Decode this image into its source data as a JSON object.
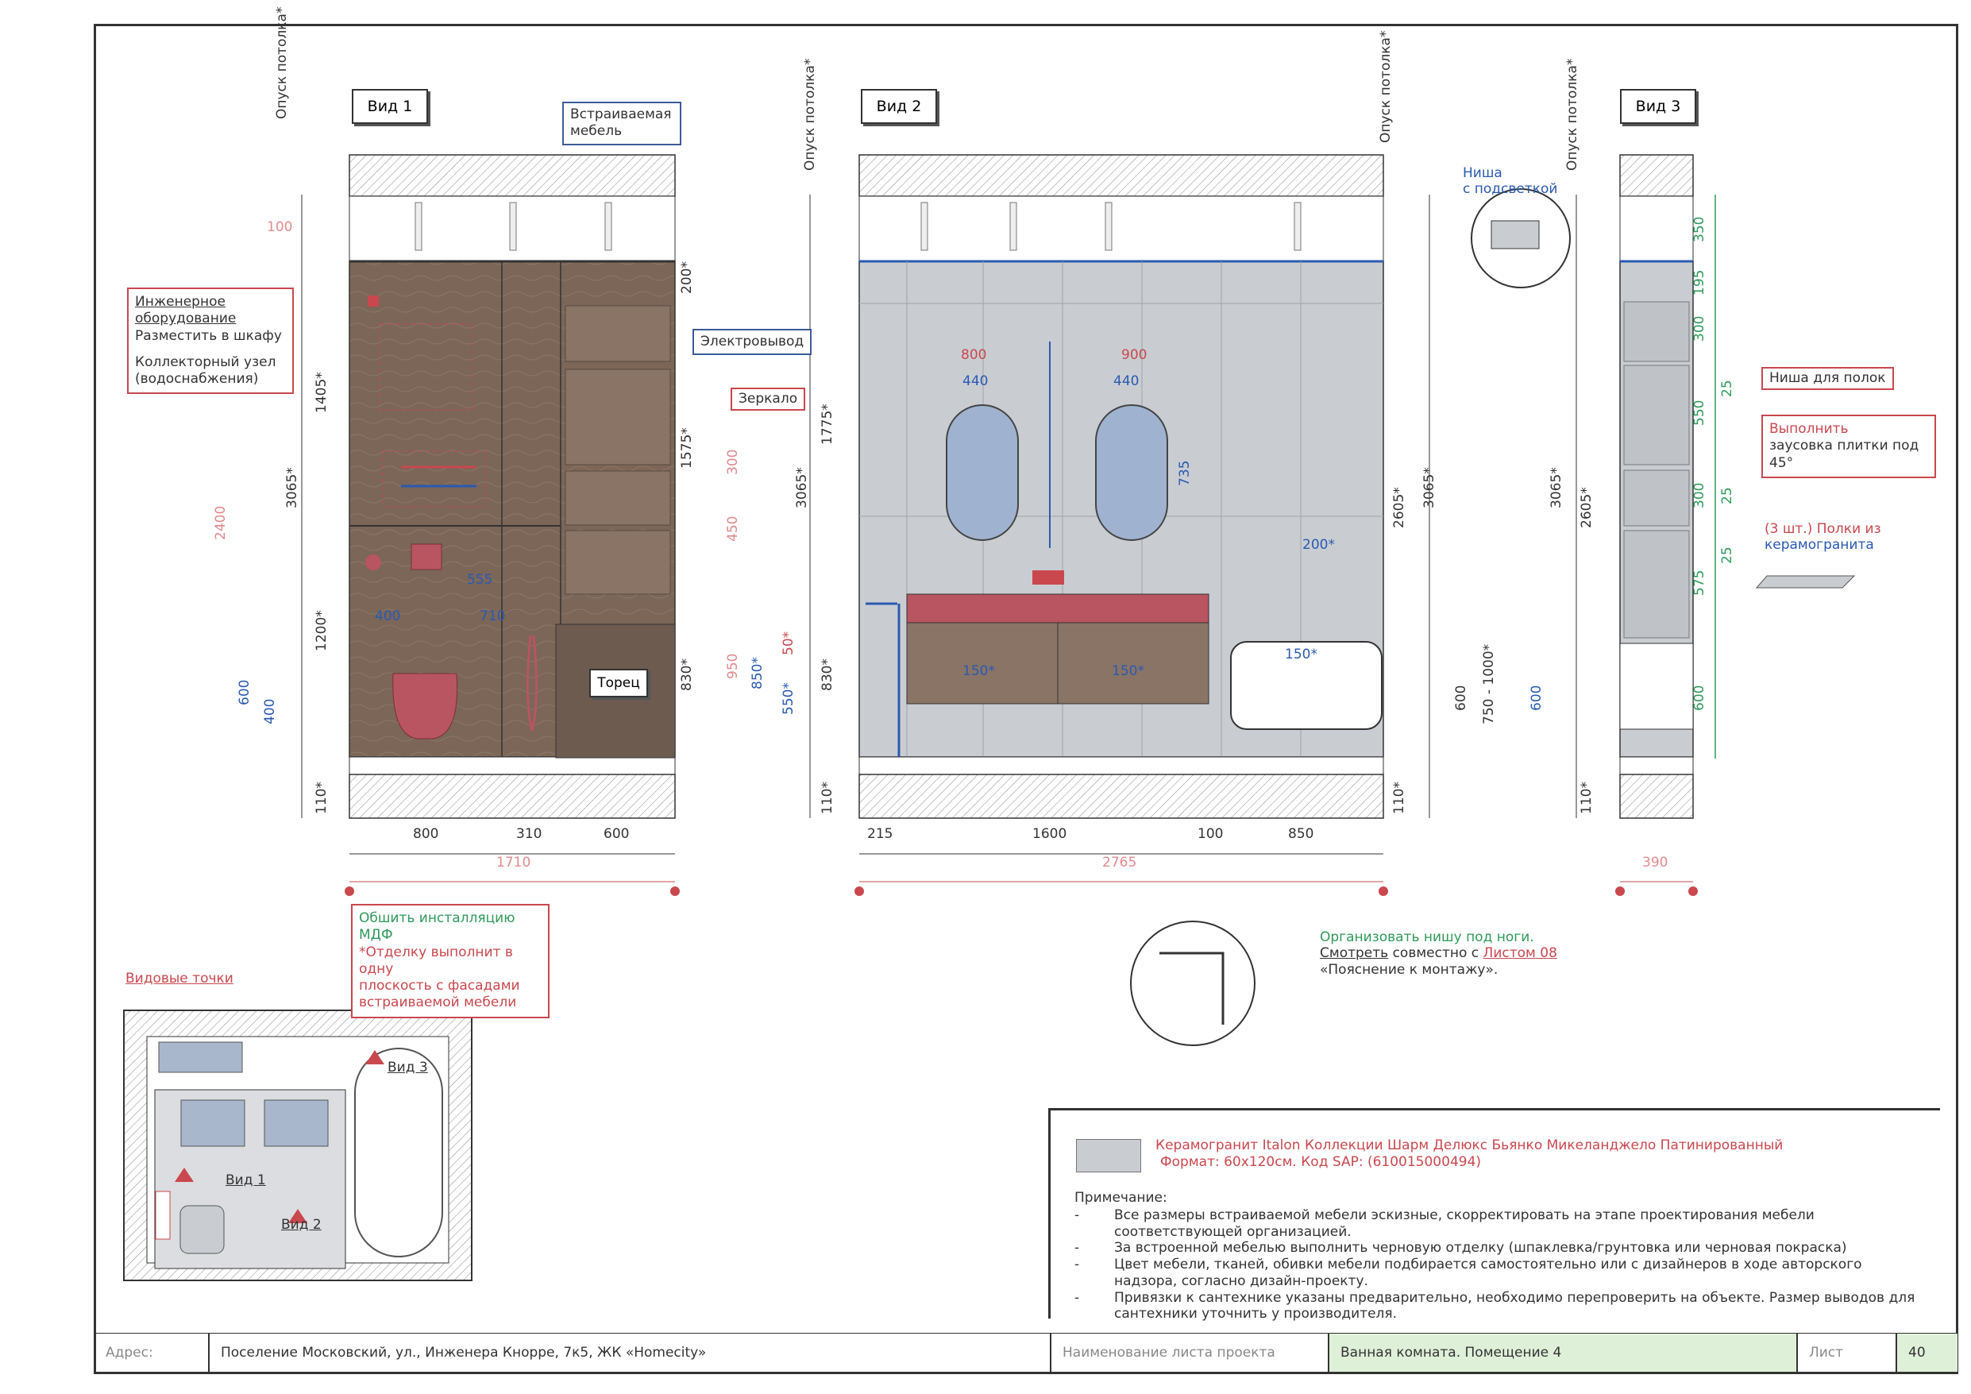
{
  "views": {
    "v1": {
      "title": "Вид 1"
    },
    "v2": {
      "title": "Вид 2"
    },
    "v3": {
      "title": "Вид 3"
    }
  },
  "ceiling_label": "Опуск потолка*",
  "callouts": {
    "builtin_furniture": "Встраиваемая мебель",
    "engineering_1": "Инженерное оборудование",
    "engineering_2": "Разместить в шкафу",
    "collector_1": "Коллекторный узел",
    "collector_2": "(водоснабжения)",
    "electro": "Электровывод",
    "mirror": "Зеркало",
    "niche_light_1": "Ниша",
    "niche_light_2": "с подсветкой",
    "shelf_niche": "Ниша для полок",
    "tile_1": "Выполнить",
    "tile_2": "заусовка плитки под 45°",
    "shelves_1": "(3 шт.) Полки из",
    "shelves_2": "керамогранита",
    "end_face": "Торец",
    "mdf_1": "Обшить инсталляцию МДФ",
    "mdf_2": "*Отделку выполнит в одну",
    "mdf_3": "плоскость с фасадами",
    "mdf_4": "встраиваемой мебели",
    "foot_niche_1": "Организовать нишу под ноги.",
    "foot_niche_2a": "Смотреть",
    "foot_niche_2b": " совместно с ",
    "foot_niche_2c": "Листом 08",
    "foot_niche_3": "«Пояснение к монтажу».",
    "view_points": "Видовые точки"
  },
  "plan": {
    "v1": "Вид 1",
    "v2": "Вид 2",
    "v3": "Вид 3"
  },
  "dims": {
    "v1": {
      "d100": "100",
      "d1405": "1405*",
      "d3065": "3065*",
      "d2400": "2400",
      "d1200": "1200*",
      "d600": "600",
      "d400": "400",
      "d110": "110*",
      "d200": "200*",
      "d1575": "1575*",
      "d830": "830*",
      "d555": "555",
      "d400b": "400",
      "d710": "710",
      "b800": "800",
      "b310": "310",
      "b600": "600",
      "b1710": "1710"
    },
    "v2": {
      "d1775": "1775*",
      "d3065": "3065*",
      "d300": "300",
      "d450": "450",
      "d950": "950",
      "d850": "850*",
      "d550": "550*",
      "d50": "50*",
      "d830": "830*",
      "d110": "110*",
      "d800": "800",
      "d900": "900",
      "d440a": "440",
      "d440b": "440",
      "d735": "735",
      "d200": "200*",
      "d150a": "150*",
      "d150b": "150*",
      "d150c": "150*",
      "d2605": "2605*",
      "d3065r": "3065*",
      "d600": "600",
      "d750": "750 - 1000*",
      "d110r": "110*",
      "b215": "215",
      "b1600": "1600",
      "b100": "100",
      "b850": "850",
      "b2765": "2765"
    },
    "v3": {
      "d3065": "3065*",
      "d2605": "2605*",
      "d600": "600",
      "d110": "110*",
      "s350": "350",
      "s195": "195",
      "s300": "300",
      "s25a": "25",
      "s550": "550",
      "s300b": "300",
      "s25b": "25",
      "s25c": "25",
      "s575": "575",
      "s600": "600",
      "b390": "390"
    }
  },
  "notes": {
    "material_1": "Керамогранит Italon Коллекции Шарм Делюкс Бьянко Микеланджело Патинированный",
    "material_2": "Формат: 60х120см. Код SAP: (610015000494)",
    "heading": "Примечание:",
    "items": [
      "Все размеры встраиваемой мебели эскизные, скорректировать на этапе проектирования мебели соответствующей организацией.",
      "За встроенной мебелью выполнить черновую отделку (шпаклевка/грунтовка или черновая покраска)",
      "Цвет мебели, тканей, обивки мебели подбирается самостоятельно или с дизайнеров в ходе авторского надзора, согласно дизайн-проекту.",
      "Привязки к сантехнике указаны предварительно, необходимо перепроверить на объекте. Размер выводов для сантехники уточнить у производителя."
    ]
  },
  "footer": {
    "address_label": "Адрес:",
    "address": "Поселение Московский, ул., Инженера Кнорре, 7к5, ЖК «Homecity»",
    "sheet_name_label": "Наименование листа проекта",
    "sheet_name": "Ванная комната. Помещение 4",
    "sheet_label": "Лист",
    "sheet_no": "40"
  },
  "colors": {
    "red": "#c9484e",
    "blue": "#2a5ab0",
    "green": "#2f9a5a",
    "wood": "#7b6658",
    "tile": "#c9cdd2"
  }
}
